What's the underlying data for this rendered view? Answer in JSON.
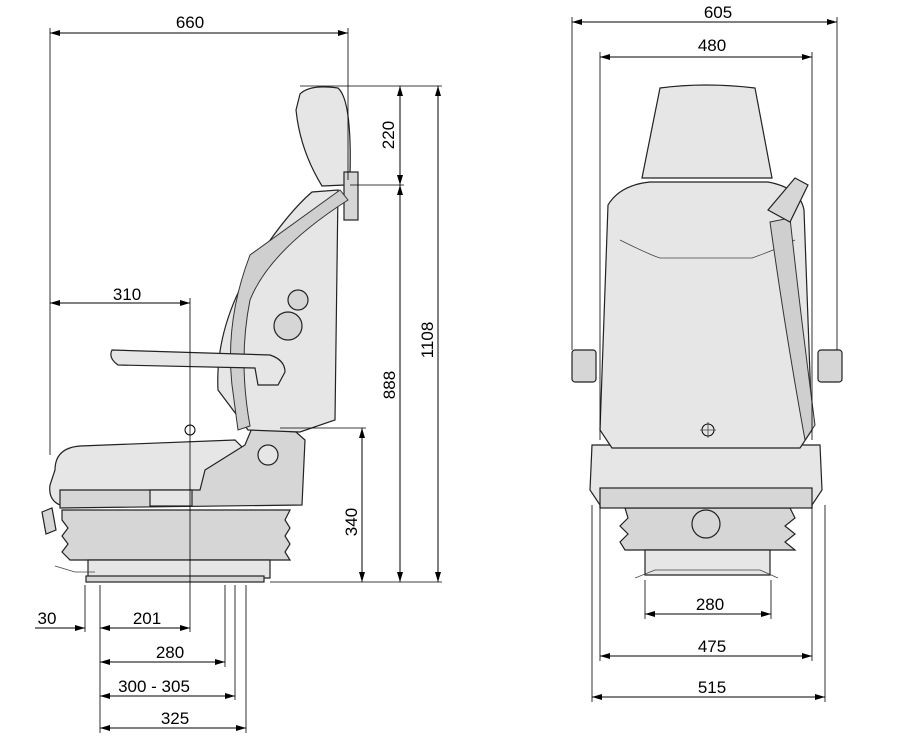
{
  "title": "Seat dimension drawing",
  "side_view": {
    "overall_depth": "660",
    "headrest_height": "220",
    "overall_height": "1108",
    "backrest_height": "888",
    "seat_height": "340",
    "seat_reference_depth": "310",
    "offset_front": "30",
    "offset_reference": "201",
    "mount_280": "280",
    "mount_range": "300 - 305",
    "mount_325": "325"
  },
  "front_view": {
    "overall_width": "605",
    "backrest_width": "480",
    "mount_width": "280",
    "cushion_width": "475",
    "base_width": "515"
  }
}
